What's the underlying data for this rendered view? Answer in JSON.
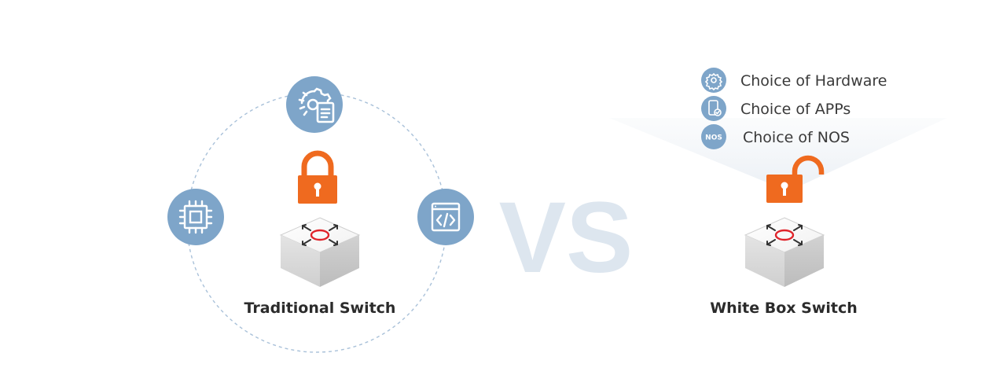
{
  "diagram": {
    "vs_label": "VS",
    "traditional": {
      "label": "Traditional Switch",
      "satellite_icons": [
        "gear-document-icon",
        "cpu-chip-icon",
        "code-window-icon"
      ],
      "lock_state": "locked"
    },
    "whitebox": {
      "label": "White Box Switch",
      "lock_state": "unlocked",
      "choices": [
        {
          "icon": "gear-icon",
          "label": "Choice of Hardware"
        },
        {
          "icon": "phone-check-icon",
          "label": "Choice of APPs"
        },
        {
          "icon": "nos-icon",
          "icon_text": "NOS",
          "label": "Choice of NOS"
        }
      ]
    }
  },
  "colors": {
    "icon_circle": "#7ea5c9",
    "lock": "#ef6a1f",
    "switch_arrow_ring": "#e0242b",
    "vs": "#dde6ef",
    "dashed_orbit": "#a9c1d9"
  }
}
